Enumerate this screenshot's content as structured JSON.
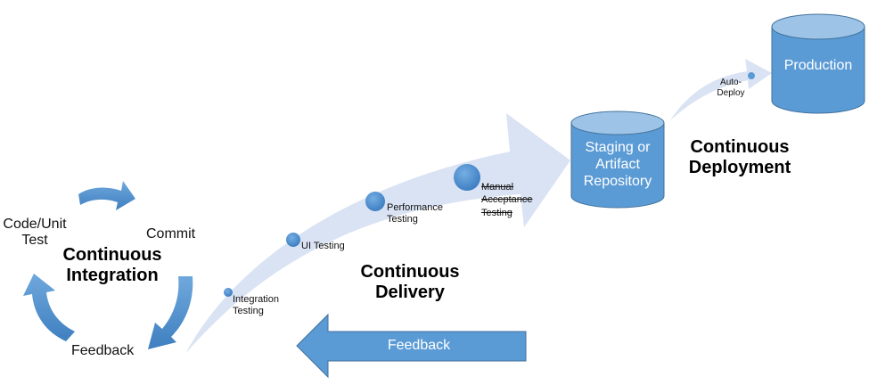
{
  "colors": {
    "accent_blue": "#5b9bd5",
    "accent_blue_dark": "#41719c",
    "cylinder_top": "#9dc3e6",
    "flow_arrow": "#dae3f3",
    "text": "#000000"
  },
  "continuous_integration": {
    "title_line1": "Continuous",
    "title_line2": "Integration",
    "steps": {
      "code_unit_test_line1": "Code/Unit",
      "code_unit_test_line2": "Test",
      "commit": "Commit",
      "feedback": "Feedback"
    },
    "icons": [
      "cycle-arrow-top",
      "cycle-arrow-right",
      "cycle-arrow-left"
    ]
  },
  "continuous_delivery": {
    "title_line1": "Continuous",
    "title_line2": "Delivery",
    "stages": [
      {
        "line1": "Integration",
        "line2": "Testing",
        "struck": false
      },
      {
        "line1": "UI Testing",
        "line2": "",
        "struck": false
      },
      {
        "line1": "Performance",
        "line2": "Testing",
        "struck": false
      },
      {
        "line1": "Manual",
        "line2": "Acceptance",
        "line3": "Testing",
        "struck": true
      }
    ],
    "feedback_arrow_label": "Feedback"
  },
  "continuous_deployment": {
    "title_line1": "Continuous",
    "title_line2": "Deployment",
    "staging": {
      "line1": "Staging or",
      "line2": "Artifact",
      "line3": "Repository"
    },
    "auto_deploy": {
      "line1": "Auto-",
      "line2": "Deploy"
    },
    "production": "Production"
  }
}
